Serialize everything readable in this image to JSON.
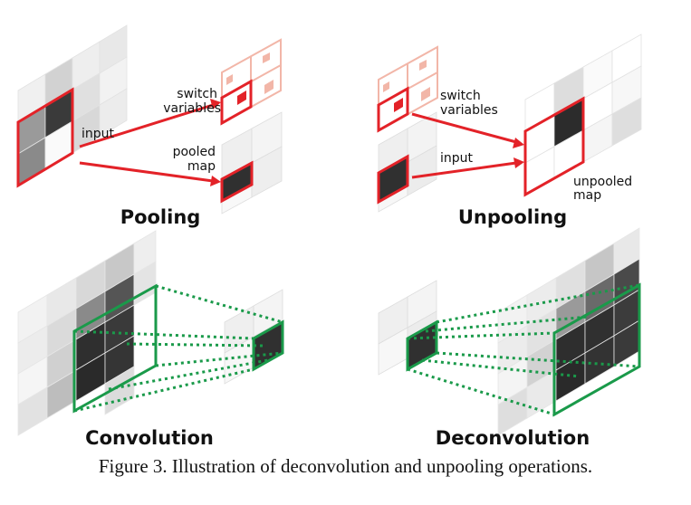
{
  "caption": "Figure 3. Illustration of deconvolution and unpooling operations.",
  "colors": {
    "pool_red": "#e32228",
    "conv_green": "#1a9a4a",
    "dark_cell": "#303030",
    "light_red": "#f2b6a8"
  },
  "panels": {
    "pooling": {
      "title": "Pooling",
      "labels": {
        "input": "input",
        "switch_1": "switch",
        "switch_2": "variables",
        "pooled_1": "pooled",
        "pooled_2": "map"
      }
    },
    "unpooling": {
      "title": "Unpooling",
      "labels": {
        "switch_1": "switch",
        "switch_2": "variables",
        "input": "input",
        "unpooled_1": "unpooled",
        "unpooled_2": "map"
      }
    },
    "convolution": {
      "title": "Convolution"
    },
    "deconvolution": {
      "title": "Deconvolution"
    }
  }
}
